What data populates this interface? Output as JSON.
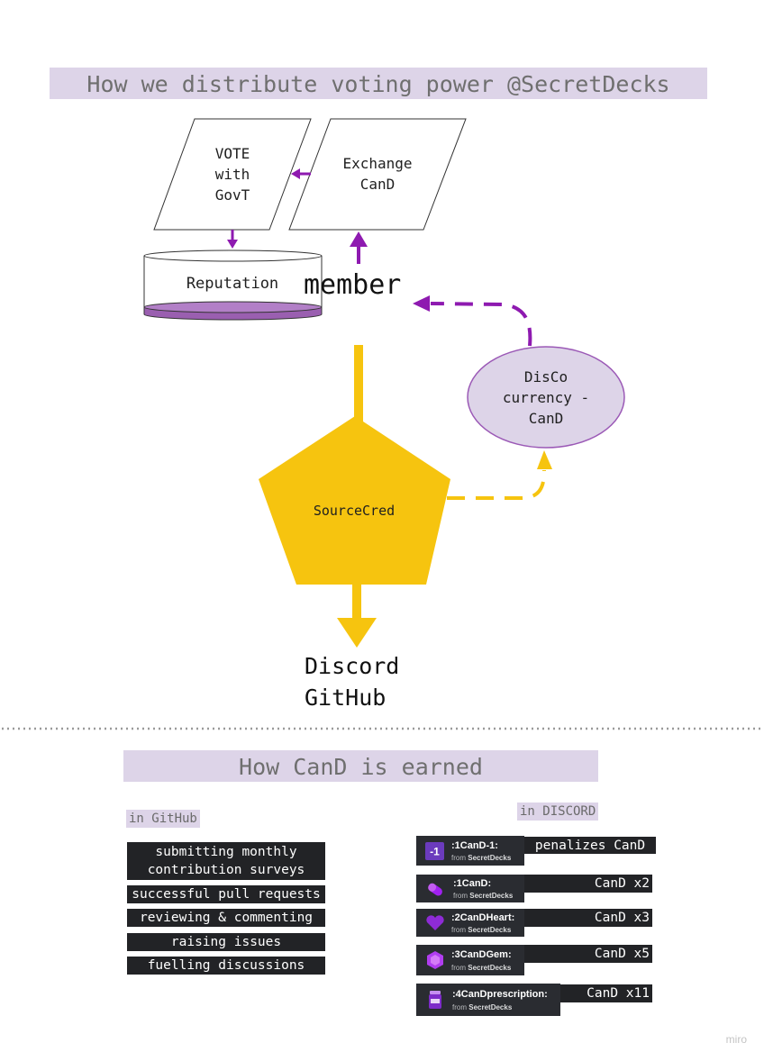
{
  "titles": {
    "main": "How we distribute voting power @SecretDecks",
    "earned": "How CanD is earned"
  },
  "nodes": {
    "vote": [
      "VOTE",
      "with",
      "GovT"
    ],
    "exchange": [
      "Exchange",
      "CanD"
    ],
    "reputation": "Reputation",
    "member": "member",
    "disco": [
      "DisCo",
      "currency -",
      "CanD"
    ],
    "sourcecred": "SourceCred",
    "sources": [
      "Discord",
      "GitHub"
    ]
  },
  "colors": {
    "purple": "#8e1ab0",
    "yellow": "#f6c40f",
    "lavender": "#ddd4e8",
    "disco_fill": "#ddd4e8",
    "disco_stroke": "#9b59b6",
    "reputation_band": "#9a5fb0"
  },
  "github": {
    "label": "in GitHub",
    "items": [
      "submitting monthly contribution surveys",
      "successful pull requests",
      "reviewing & commenting",
      "raising issues",
      "fuelling discussions"
    ]
  },
  "discord": {
    "label": "in DISCORD",
    "emojis": [
      {
        "name": ":1CanD-1:",
        "from_prefix": "from",
        "from": "SecretDecks",
        "effect": "penalizes CanD",
        "icon": "minus-one-icon"
      },
      {
        "name": ":1CanD:",
        "from_prefix": "from",
        "from": "SecretDecks",
        "effect": "CanD x2",
        "icon": "pill-icon"
      },
      {
        "name": ":2CanDHeart:",
        "from_prefix": "from",
        "from": "SecretDecks",
        "effect": "CanD x3",
        "icon": "heart-icon"
      },
      {
        "name": ":3CanDGem:",
        "from_prefix": "from",
        "from": "SecretDecks",
        "effect": "CanD x5",
        "icon": "gem-icon"
      },
      {
        "name": ":4CanDprescription:",
        "from_prefix": "from",
        "from": "SecretDecks",
        "effect": "CanD x11",
        "icon": "prescription-jar-icon"
      }
    ]
  },
  "watermark": "miro"
}
